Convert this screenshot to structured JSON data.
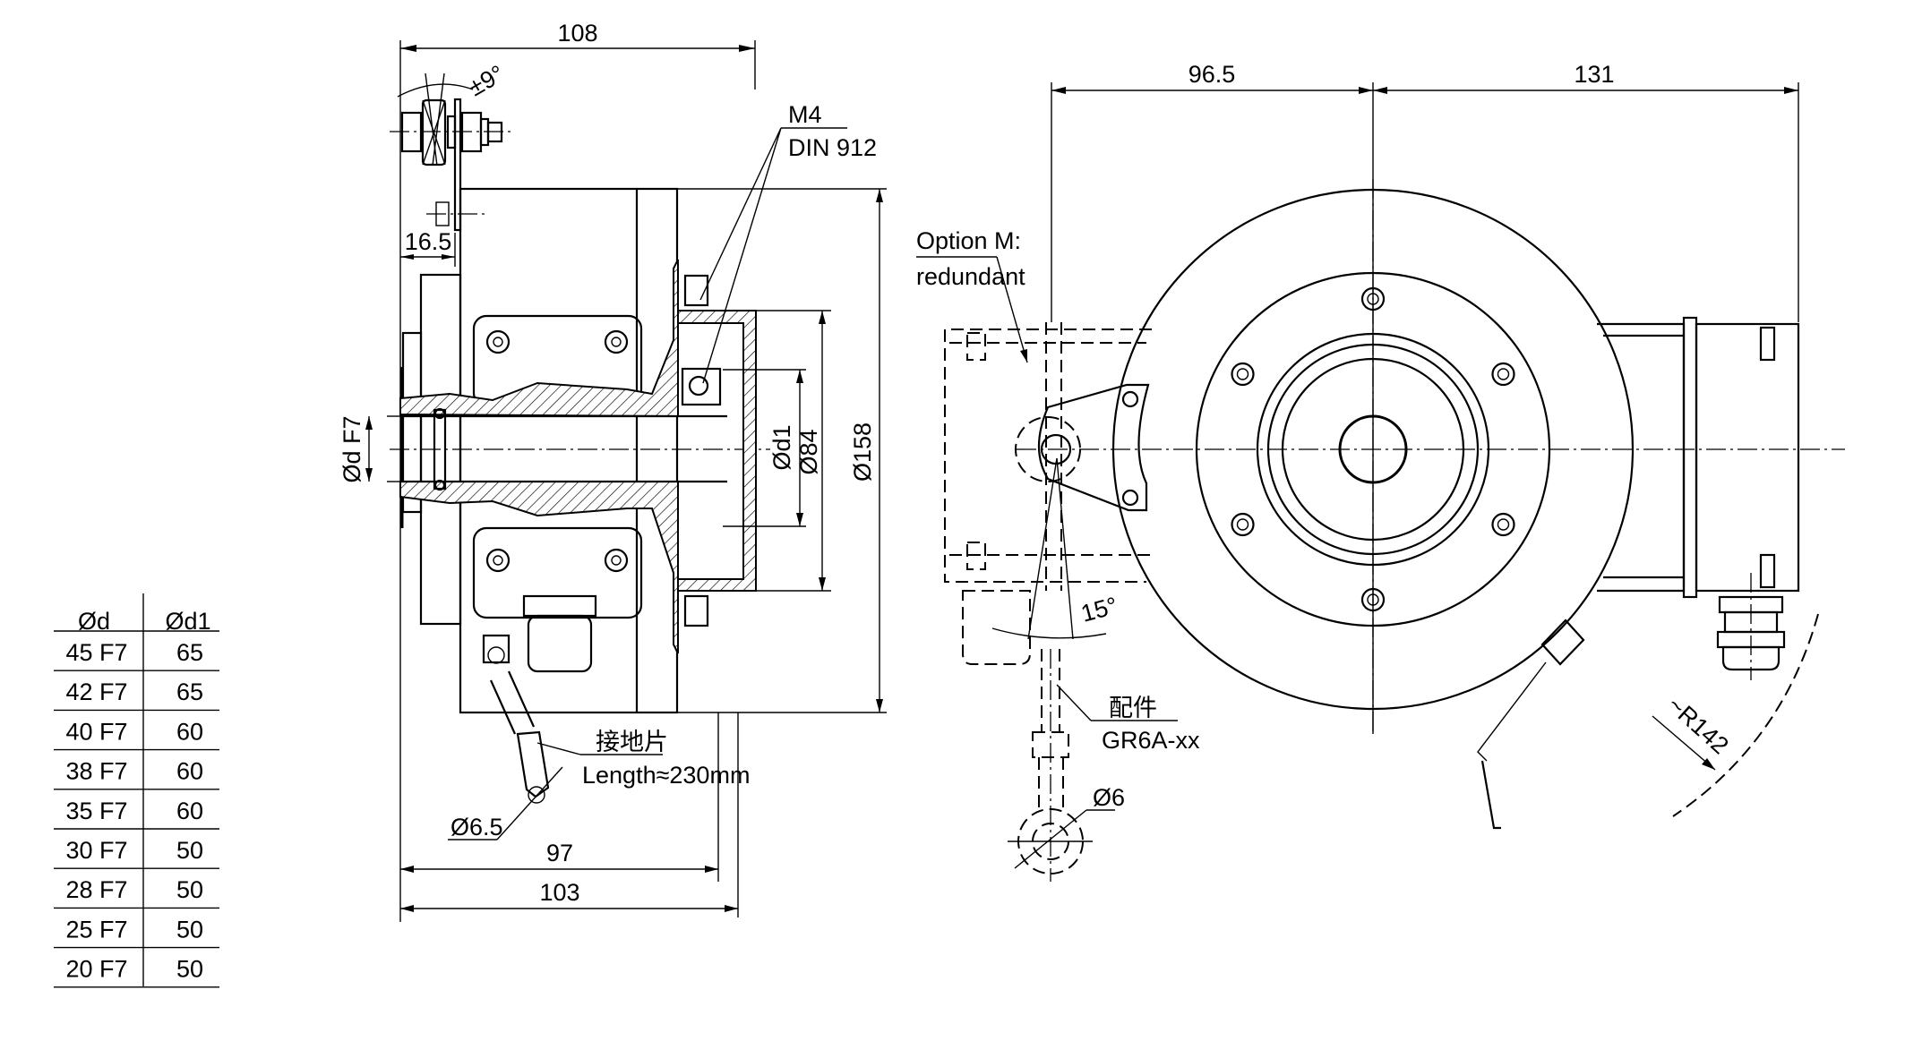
{
  "drawing": {
    "title": "Hollow shaft encoder dimensional drawing",
    "units": "mm",
    "side_view": {
      "overall_length": "108",
      "angle_tolerance": "±9°",
      "bracket_offset": "16.5",
      "screw_callout_line1": "M4",
      "screw_callout_line2": "DIN 912",
      "bore_label": "Ød F7",
      "bore2_label": "Ød1",
      "dia_84": "Ø84",
      "dia_158": "Ø158",
      "ground_strap_label": "接地片",
      "ground_strap_length": "Length≈230mm",
      "hole_dia": "Ø6.5",
      "length_97": "97",
      "length_103": "103"
    },
    "front_view": {
      "dim_left": "96.5",
      "dim_right": "131",
      "option_line1": "Option M:",
      "option_line2": "redundant",
      "angle": "15°",
      "accessory_label": "配件",
      "accessory_part": "GR6A-xx",
      "rod_end_dia": "Ø6",
      "cable_radius": "~R142"
    }
  },
  "table": {
    "headers": [
      "Ød",
      "Ød1"
    ],
    "rows": [
      [
        "45 F7",
        "65"
      ],
      [
        "42 F7",
        "65"
      ],
      [
        "40 F7",
        "60"
      ],
      [
        "38 F7",
        "60"
      ],
      [
        "35 F7",
        "60"
      ],
      [
        "30 F7",
        "50"
      ],
      [
        "28 F7",
        "50"
      ],
      [
        "25 F7",
        "50"
      ],
      [
        "20 F7",
        "50"
      ]
    ]
  }
}
